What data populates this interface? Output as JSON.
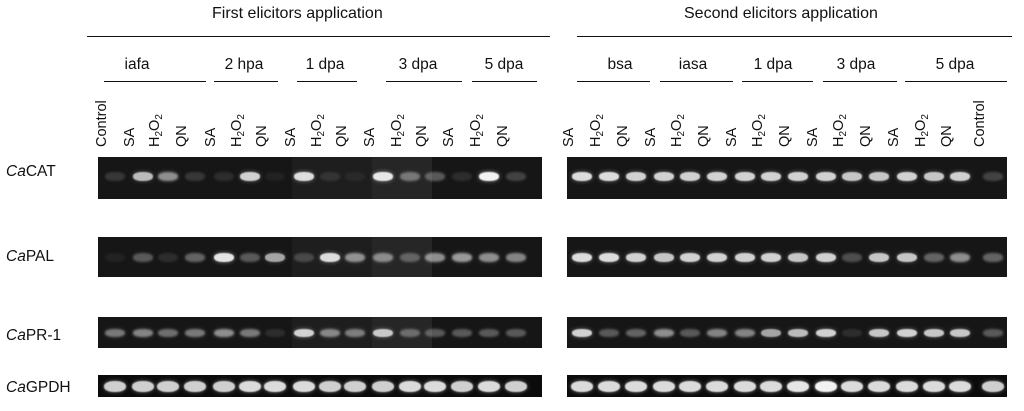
{
  "headers": {
    "first": "First elicitors application",
    "second": "Second elicitors application"
  },
  "groups_first": [
    "iafa",
    "2 hpa",
    "1 dpa",
    "3 dpa",
    "5 dpa"
  ],
  "groups_second": [
    "bsa",
    "iasa",
    "1 dpa",
    "3 dpa",
    "5 dpa"
  ],
  "lanes_first": [
    "Control",
    "SA",
    "H2O2",
    "QN",
    "SA",
    "H2O2",
    "QN",
    "SA",
    "H2O2",
    "QN",
    "SA",
    "H2O2",
    "QN",
    "SA",
    "H2O2",
    "QN"
  ],
  "lanes_second": [
    "SA",
    "H2O2",
    "QN",
    "SA",
    "H2O2",
    "QN",
    "SA",
    "H2O2",
    "QN",
    "SA",
    "H2O2",
    "QN",
    "SA",
    "H2O2",
    "QN",
    "Control"
  ],
  "genes": [
    {
      "prefix": "Ca",
      "suffix": "CAT"
    },
    {
      "prefix": "Ca",
      "suffix": "PAL"
    },
    {
      "prefix": "Ca",
      "suffix": "PR-1"
    },
    {
      "prefix": "Ca",
      "suffix": "GPDH"
    }
  ],
  "intensity_first": [
    [
      0.15,
      0.75,
      0.55,
      0.15,
      0.1,
      0.85,
      0.05,
      0.9,
      0.1,
      0.05,
      0.95,
      0.4,
      0.3,
      0.1,
      1.0,
      0.2
    ],
    [
      0.05,
      0.3,
      0.1,
      0.35,
      0.95,
      0.3,
      0.65,
      0.2,
      0.9,
      0.55,
      0.5,
      0.3,
      0.55,
      0.6,
      0.55,
      0.5
    ],
    [
      0.45,
      0.5,
      0.4,
      0.45,
      0.55,
      0.45,
      0.1,
      0.85,
      0.5,
      0.45,
      0.8,
      0.35,
      0.3,
      0.3,
      0.3,
      0.3
    ],
    [
      0.85,
      0.85,
      0.85,
      0.85,
      0.85,
      0.9,
      0.9,
      0.9,
      0.85,
      0.85,
      0.85,
      0.9,
      0.9,
      0.85,
      0.9,
      0.85
    ]
  ],
  "intensity_second": [
    [
      0.9,
      0.9,
      0.85,
      0.85,
      0.85,
      0.85,
      0.85,
      0.85,
      0.85,
      0.85,
      0.8,
      0.8,
      0.85,
      0.8,
      0.85,
      0.2
    ],
    [
      0.9,
      0.9,
      0.85,
      0.8,
      0.85,
      0.85,
      0.85,
      0.85,
      0.8,
      0.85,
      0.25,
      0.8,
      0.8,
      0.35,
      0.55,
      0.35
    ],
    [
      0.85,
      0.3,
      0.35,
      0.55,
      0.3,
      0.5,
      0.5,
      0.65,
      0.75,
      0.85,
      0.1,
      0.8,
      0.85,
      0.8,
      0.8,
      0.3
    ],
    [
      0.9,
      0.9,
      0.9,
      0.9,
      0.9,
      0.9,
      0.9,
      0.9,
      0.95,
      1.0,
      0.9,
      0.9,
      0.9,
      0.9,
      0.9,
      0.85
    ]
  ],
  "colors": {
    "gel": "#161616",
    "band": "#f2f2f2",
    "text": "#111111"
  }
}
